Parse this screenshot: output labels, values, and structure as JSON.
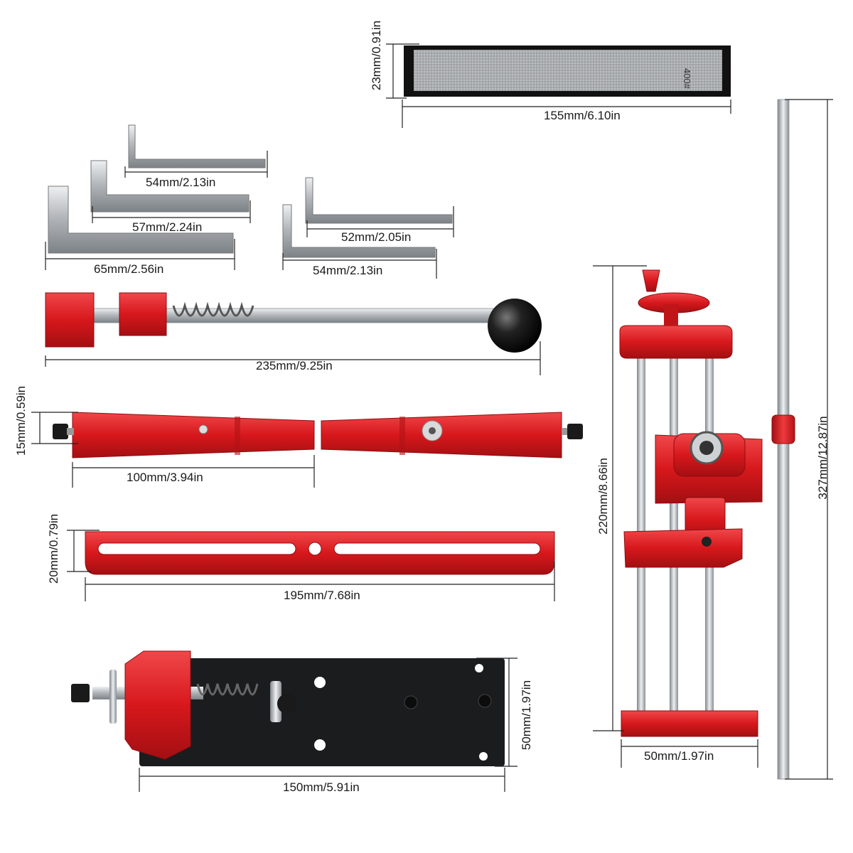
{
  "stone": {
    "grit": "400#",
    "width": "155mm/6.10in",
    "height": "23mm/0.91in"
  },
  "wrenches": [
    {
      "size": "54mm/2.13in"
    },
    {
      "size": "57mm/2.24in"
    },
    {
      "size": "65mm/2.56in"
    },
    {
      "size": "52mm/2.05in"
    },
    {
      "size": "54mm/2.13in"
    }
  ],
  "clamp_rod": {
    "length": "235mm/9.25in"
  },
  "clamp_jaws": {
    "length": "100mm/3.94in",
    "height": "15mm/0.59in"
  },
  "slotted_bar": {
    "length": "195mm/7.68in",
    "height": "20mm/0.79in"
  },
  "base_plate": {
    "length": "150mm/5.91in",
    "height": "50mm/1.97in"
  },
  "guide_frame": {
    "height": "220mm/8.66in",
    "width": "50mm/1.97in"
  },
  "guide_rod": {
    "length": "327mm/12.87in"
  },
  "colors": {
    "accent": "#d7181c",
    "dark": "#1c1c1c",
    "steel": "#b9bcc0"
  }
}
